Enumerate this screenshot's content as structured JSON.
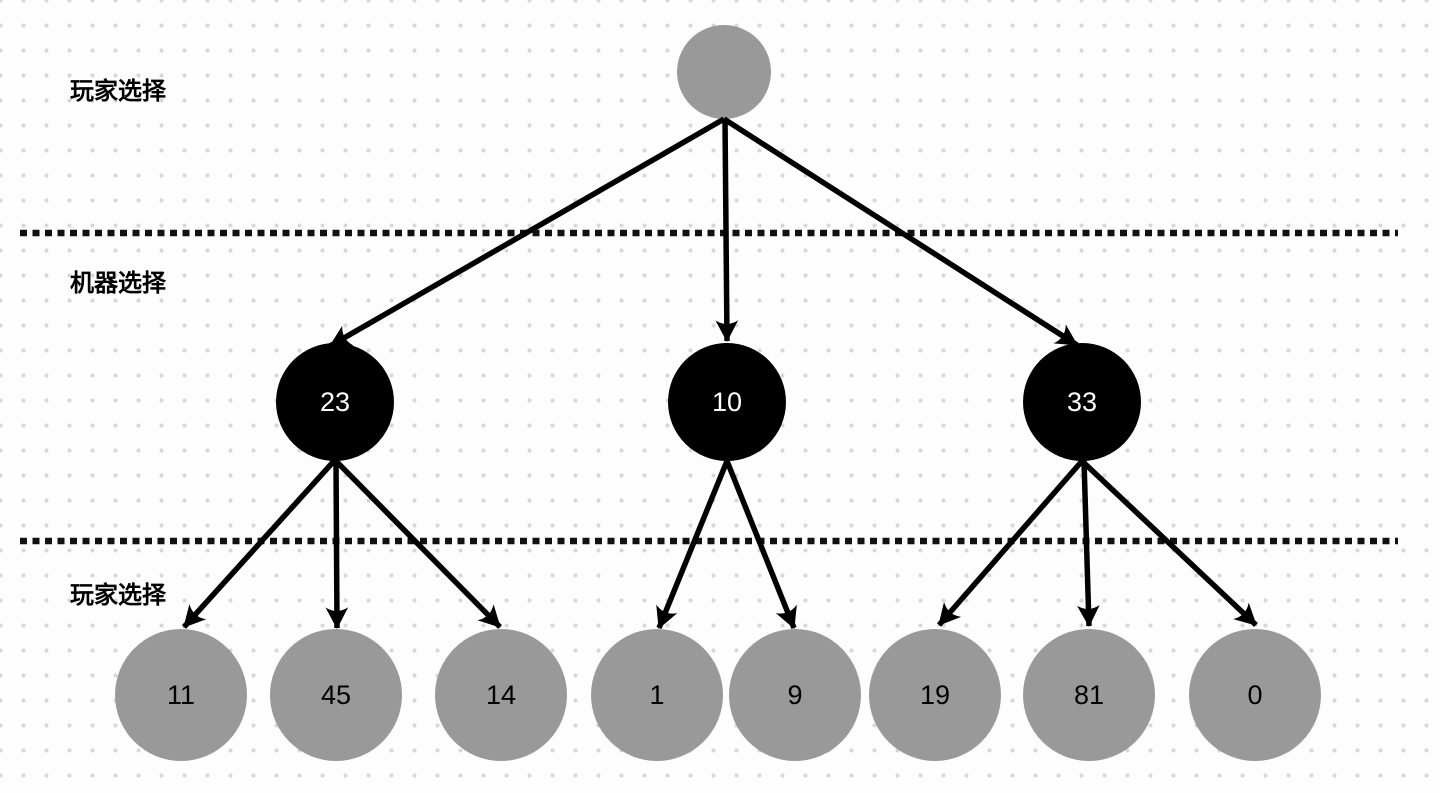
{
  "diagram": {
    "title_semantic": "minimax-game-tree",
    "bands": [
      {
        "label": "玩家选择"
      },
      {
        "label": "机器选择"
      },
      {
        "label": "玩家选择"
      }
    ],
    "tree": {
      "root": {
        "value": "",
        "children": [
          {
            "value": "23",
            "children": [
              {
                "value": "11"
              },
              {
                "value": "45"
              },
              {
                "value": "14"
              }
            ]
          },
          {
            "value": "10",
            "children": [
              {
                "value": "1"
              },
              {
                "value": "9"
              }
            ]
          },
          {
            "value": "33",
            "children": [
              {
                "value": "19"
              },
              {
                "value": "81"
              },
              {
                "value": "0"
              }
            ]
          }
        ]
      }
    },
    "colors": {
      "root_fill": "#999999",
      "machine_fill": "#000000",
      "machine_text": "#ffffff",
      "leaf_fill": "#999999",
      "leaf_text": "#000000",
      "arrow": "#000000",
      "divider": "#111111",
      "grid_dot": "#d3d7e2",
      "background": "#fdfdfe",
      "label_text": "#000000"
    }
  }
}
